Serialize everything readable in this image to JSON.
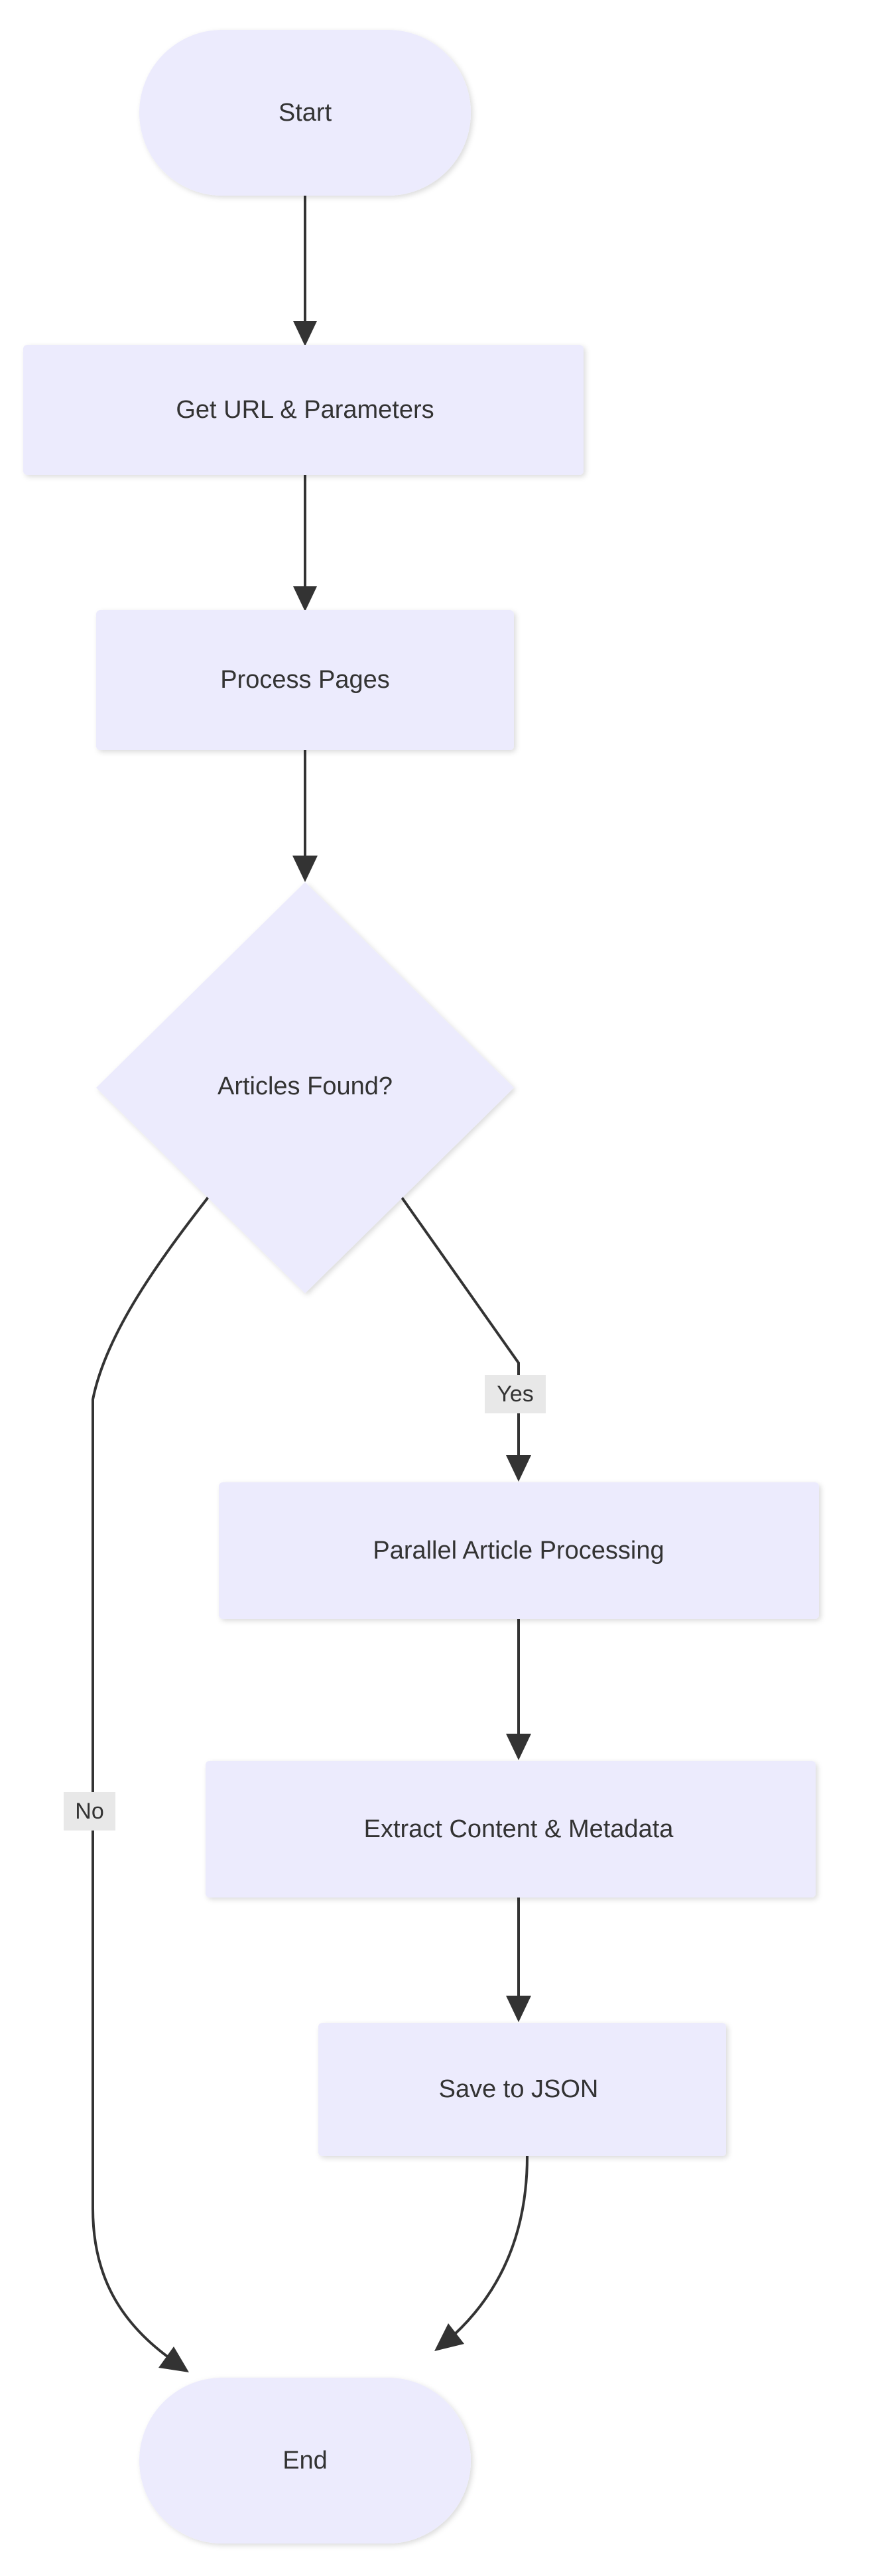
{
  "diagram": {
    "type": "flowchart",
    "direction": "top-to-bottom",
    "theme": {
      "node_fill": "#ECEBFD",
      "node_text": "#333333",
      "edge_stroke": "#333333",
      "edge_label_bg": "#E8E8E8",
      "background": "#FFFFFF"
    },
    "nodes": [
      {
        "id": "start",
        "label": "Start",
        "shape": "stadium"
      },
      {
        "id": "geturl",
        "label": "Get URL & Parameters",
        "shape": "rectangle"
      },
      {
        "id": "pages",
        "label": "Process Pages",
        "shape": "rectangle"
      },
      {
        "id": "found",
        "label": "Articles Found?",
        "shape": "diamond"
      },
      {
        "id": "parallel",
        "label": "Parallel Article Processing",
        "shape": "rectangle"
      },
      {
        "id": "extract",
        "label": "Extract Content & Metadata",
        "shape": "rectangle"
      },
      {
        "id": "save",
        "label": "Save to JSON",
        "shape": "rectangle"
      },
      {
        "id": "end",
        "label": "End",
        "shape": "stadium"
      }
    ],
    "edges": [
      {
        "from": "start",
        "to": "geturl",
        "label": ""
      },
      {
        "from": "geturl",
        "to": "pages",
        "label": ""
      },
      {
        "from": "pages",
        "to": "found",
        "label": ""
      },
      {
        "from": "found",
        "to": "parallel",
        "label": "Yes"
      },
      {
        "from": "found",
        "to": "end",
        "label": "No"
      },
      {
        "from": "parallel",
        "to": "extract",
        "label": ""
      },
      {
        "from": "extract",
        "to": "save",
        "label": ""
      },
      {
        "from": "save",
        "to": "end",
        "label": ""
      }
    ]
  }
}
